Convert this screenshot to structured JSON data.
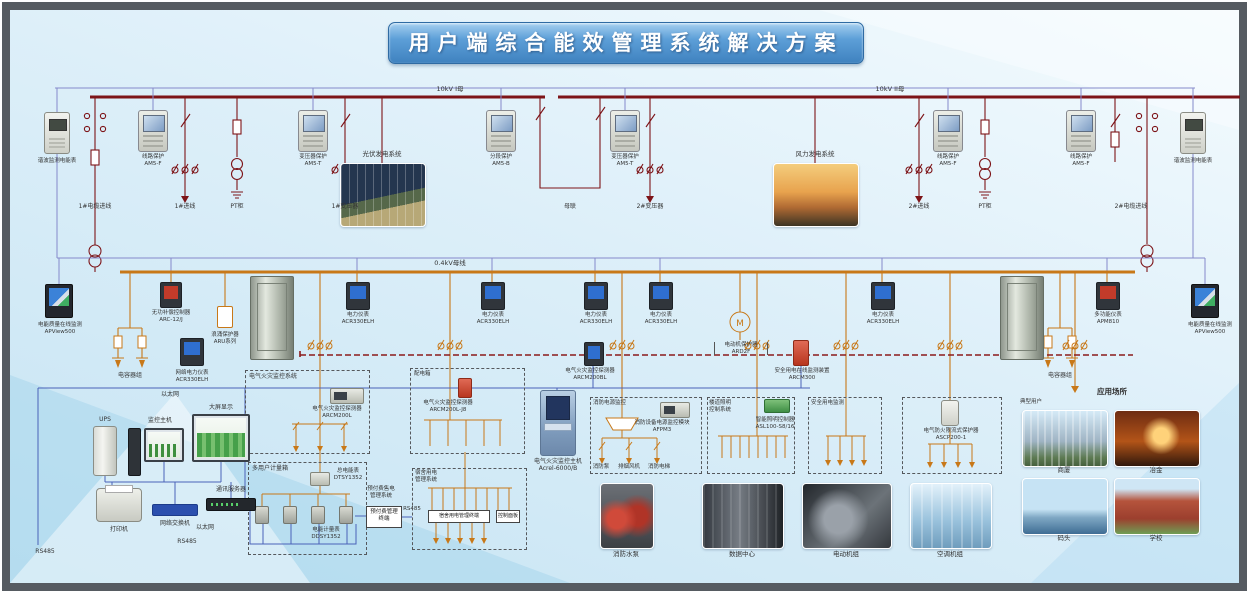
{
  "title": "用户端综合能效管理系统解决方案",
  "top": {
    "bus1": "10kV I母",
    "bus2": "10kV II母",
    "harmonic_meter_left": "谐波监测电能表",
    "harmonic_meter_right": "谐波监测电能表",
    "relay1": "线路保护\nAM5-F",
    "relay2": "变压器保护\nAM5-T",
    "relay3": "分段保护\nAM5-B",
    "relay4": "变压器保护\nAM5-T",
    "relay5": "线路保护\nAM5-F",
    "relay6": "线路保护\nAM5-F",
    "feeder_cable1": "1#电缆进线",
    "feeder_in1": "1#进线",
    "feeder_pt1": "PT柜",
    "feeder_tr1": "1#变压器",
    "feeder_tie": "母联",
    "feeder_tr2": "2#变压器",
    "feeder_in2": "2#进线",
    "feeder_pt2": "PT柜",
    "feeder_cable2": "2#电缆进线",
    "solar": "光伏发电系统",
    "wind": "风力发电系统"
  },
  "mid": {
    "bus": "0.4kV母线",
    "pq_left": "电能质量在线监测\nAPView500",
    "pq_right": "电能质量在线监测\nAPView500",
    "comp_ctrl": "无功补偿控制器\nARC-12/J",
    "net_meter": "网络电力仪表\nACR330ELH",
    "spd": "浪涌保护器\nARU系列",
    "cap_left": "电容器组",
    "cap_right": "电容器组",
    "acr_meter": "电力仪表\nACR330ELH",
    "apm_meter": "多功能仪表\nAPM810",
    "motor_label": "电动机保护器\nARD2F",
    "motor_symbol": "M",
    "d1": "电气火灾监控探测器\nARCM200BL",
    "d2": "安全用电在线监测装置\nARCM300"
  },
  "boxes": {
    "fire": {
      "title": "电气火灾监控系统",
      "detector": "电气火灾监控探测器\nARCM200L"
    },
    "dist": {
      "title": "配电箱",
      "detector": "电气火灾监控探测器\nARCM200L-J8"
    },
    "kiosk": "电气火灾监控主机\nAcrel-6000/B",
    "metering": {
      "title": "多用户计量箱",
      "main": "总电能表\nDTSY1352",
      "sub": "电能计量表\nDDSY1352"
    },
    "gateway": {
      "label": "预付费售电\n管理系统",
      "box": "预付费管理\n终端",
      "tag": "RS485"
    },
    "dorm": {
      "title": "宿舍用电\n管理系统",
      "strip": "宿舍用电管理终端",
      "panel": "控制面板"
    },
    "firepower": {
      "title": "消防电源监控",
      "module": "消防设备电源监控模块\nAFPM3",
      "loads": [
        "消防泵",
        "排烟风机",
        "消防电梯"
      ]
    },
    "lighting": {
      "title": "楼道照明\n控制系统",
      "ctrl": "智能照明控制器\nASL100-S8/16"
    },
    "safety": {
      "title": "安全用电监测"
    },
    "limiter": "电气防火限流式保护器\nASCP200-1"
  },
  "station": {
    "eth_top": "以太网",
    "ups": "UPS",
    "host": "监控主机",
    "display": "大屏显示",
    "printer": "打印机",
    "switch": "网络交换机",
    "server": "通讯服务器",
    "rs485_a": "RS485",
    "rs485_b": "RS485",
    "eth": "以太网"
  },
  "photos_mid": {
    "captions": [
      "消防水泵",
      "数据中心",
      "电动机组",
      "空调机组"
    ]
  },
  "apps": {
    "heading": "应用场所",
    "sub": "典型用户",
    "captions": [
      "商厦",
      "冶金",
      "码头",
      "学校"
    ]
  }
}
